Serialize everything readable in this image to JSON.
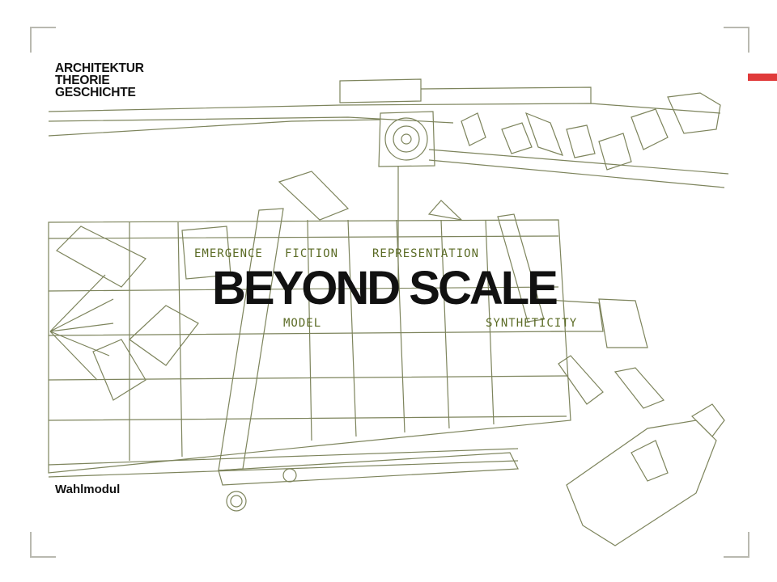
{
  "institution": {
    "lines": [
      "ARCHITEKTUR",
      "THEORIE",
      "GESCHICHTE"
    ]
  },
  "title": "BEYOND SCALE",
  "keywords": [
    "EMERGENCE",
    "FICTION",
    "MODEL",
    "REPRESENTATION",
    "SYNTHETICITY"
  ],
  "module_type": "Wahlmodul",
  "colors": {
    "accent": "#e03a3a",
    "sketch": "#7d845c",
    "handwriting": "#5b6b25",
    "text": "#111111"
  }
}
